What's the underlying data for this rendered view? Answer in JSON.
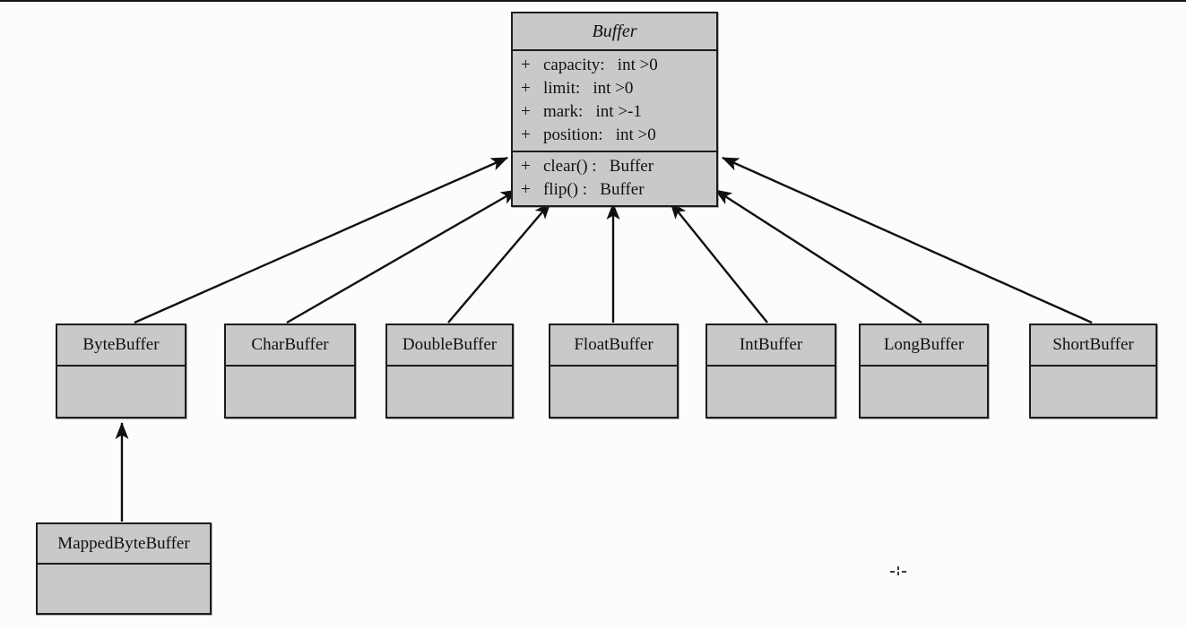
{
  "classes": {
    "buffer": {
      "name": "Buffer",
      "attributes": [
        "+   capacity:   int >0",
        "+   limit:   int >0",
        "+   mark:   int >-1",
        "+   position:   int >0"
      ],
      "methods": [
        "+   clear() :   Buffer",
        "+   flip() :   Buffer"
      ]
    },
    "subclasses": [
      {
        "name": "ByteBuffer"
      },
      {
        "name": "CharBuffer"
      },
      {
        "name": "DoubleBuffer"
      },
      {
        "name": "FloatBuffer"
      },
      {
        "name": "IntBuffer"
      },
      {
        "name": "LongBuffer"
      },
      {
        "name": "ShortBuffer"
      }
    ],
    "mapped_byte_buffer": {
      "name": "MappedByteBuffer"
    }
  },
  "relations": [
    {
      "from": "ByteBuffer",
      "to": "Buffer",
      "type": "generalization"
    },
    {
      "from": "CharBuffer",
      "to": "Buffer",
      "type": "generalization"
    },
    {
      "from": "DoubleBuffer",
      "to": "Buffer",
      "type": "generalization"
    },
    {
      "from": "FloatBuffer",
      "to": "Buffer",
      "type": "generalization"
    },
    {
      "from": "IntBuffer",
      "to": "Buffer",
      "type": "generalization"
    },
    {
      "from": "LongBuffer",
      "to": "Buffer",
      "type": "generalization"
    },
    {
      "from": "ShortBuffer",
      "to": "Buffer",
      "type": "generalization"
    },
    {
      "from": "MappedByteBuffer",
      "to": "ByteBuffer",
      "type": "generalization"
    }
  ],
  "colors": {
    "box_fill": "#c9c9c9",
    "box_border": "#1c1c1c",
    "arrow": "#101010",
    "background": "#fcfcfc"
  }
}
